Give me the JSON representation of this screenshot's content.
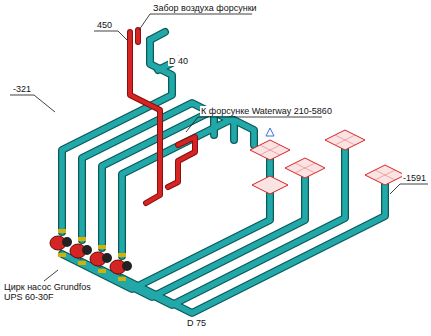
{
  "diagram": {
    "labels": [
      "450",
      "Забор воздуха форсунки",
      "D 40",
      "К форсунке Waterway 210-5860",
      "-321",
      "-1591",
      "Цирк насос Grundfos UPS 60-30F",
      "D 75"
    ]
  }
}
